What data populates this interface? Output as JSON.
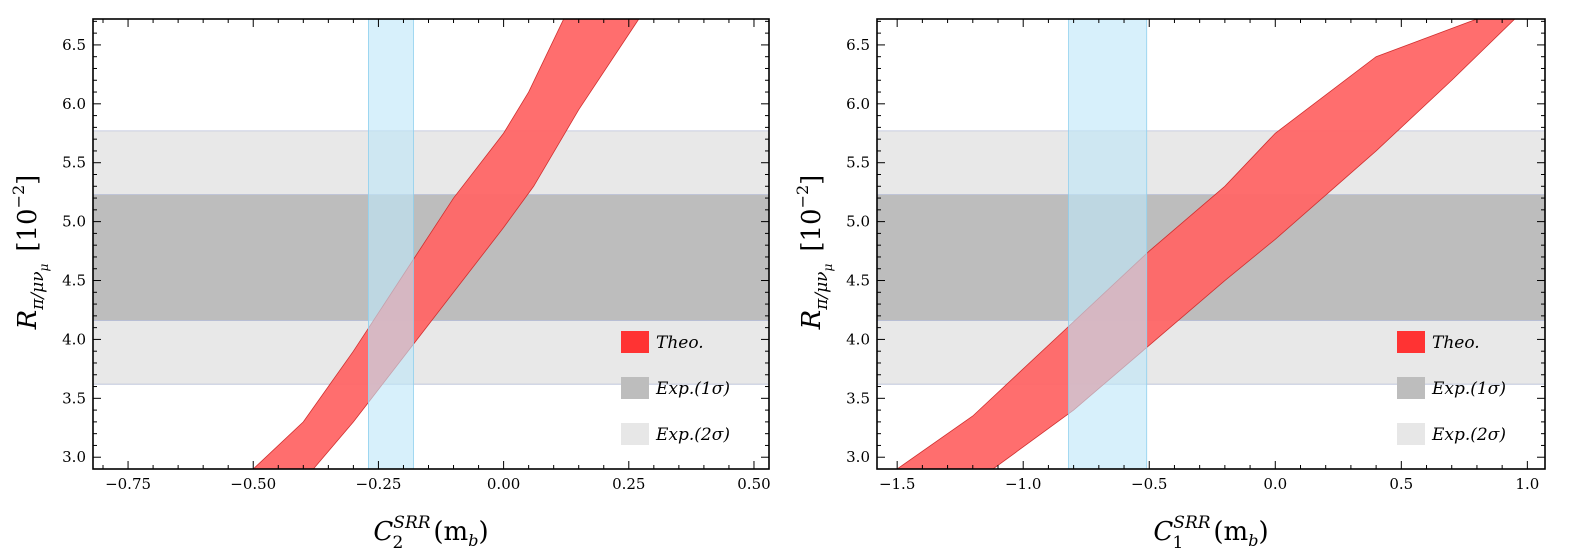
{
  "chart_data": [
    {
      "type": "area",
      "xlabel": {
        "base": "C",
        "sub": "2",
        "sup": "SRR",
        "arg": "(m",
        "argsub": "b",
        "argclose": ")"
      },
      "ylabel": {
        "base": "R",
        "sub": "π/μν",
        "subsub": "μ",
        "unit": "[10",
        "unitsup": "−2",
        "unitclose": "]"
      },
      "xlim": [
        -0.82,
        0.53
      ],
      "ylim": [
        2.9,
        6.72
      ],
      "xticks": [
        -0.75,
        -0.5,
        -0.25,
        0.0,
        0.25,
        0.5
      ],
      "xtick_labels": [
        "−0.75",
        "−0.50",
        "−0.25",
        "0.00",
        "0.25",
        "0.50"
      ],
      "yticks": [
        3.0,
        3.5,
        4.0,
        4.5,
        5.0,
        5.5,
        6.0,
        6.5
      ],
      "ytick_labels": [
        "3.0",
        "3.5",
        "4.0",
        "4.5",
        "5.0",
        "5.5",
        "6.0",
        "6.5"
      ],
      "exp_1sigma": [
        4.16,
        5.23
      ],
      "exp_2sigma": [
        3.62,
        5.77
      ],
      "vertical_band": [
        -0.27,
        -0.18
      ],
      "theory_band": {
        "upper_boundary": [
          [
            -0.5,
            2.9
          ],
          [
            -0.4,
            3.3
          ],
          [
            -0.3,
            3.9
          ],
          [
            -0.2,
            4.55
          ],
          [
            -0.1,
            5.2
          ],
          [
            0.0,
            5.75
          ],
          [
            0.05,
            6.1
          ],
          [
            0.12,
            6.72
          ]
        ],
        "lower_boundary": [
          [
            -0.38,
            2.9
          ],
          [
            -0.3,
            3.3
          ],
          [
            -0.2,
            3.85
          ],
          [
            -0.1,
            4.4
          ],
          [
            0.0,
            4.95
          ],
          [
            0.06,
            5.3
          ],
          [
            0.15,
            5.95
          ],
          [
            0.27,
            6.72
          ]
        ]
      },
      "legend": {
        "position": "bottom-right",
        "items": [
          {
            "label": "Theo.",
            "color": "#ff3333",
            "tag": "theo"
          },
          {
            "label": "Exp.(1σ)",
            "color": "#bdbdbd",
            "tag": "exp1"
          },
          {
            "label": "Exp.(2σ)",
            "color": "#e7e7e7",
            "tag": "exp2"
          }
        ]
      }
    },
    {
      "type": "area",
      "xlabel": {
        "base": "C",
        "sub": "1",
        "sup": "SRR",
        "arg": "(m",
        "argsub": "b",
        "argclose": ")"
      },
      "ylabel": {
        "base": "R",
        "sub": "π/μν",
        "subsub": "μ",
        "unit": "[10",
        "unitsup": "−2",
        "unitclose": "]"
      },
      "xlim": [
        -1.58,
        1.07
      ],
      "ylim": [
        2.9,
        6.72
      ],
      "xticks": [
        -1.5,
        -1.0,
        -0.5,
        0.0,
        0.5,
        1.0
      ],
      "xtick_labels": [
        "−1.5",
        "−1.0",
        "−0.5",
        "0.0",
        "0.5",
        "1.0"
      ],
      "yticks": [
        3.0,
        3.5,
        4.0,
        4.5,
        5.0,
        5.5,
        6.0,
        6.5
      ],
      "ytick_labels": [
        "3.0",
        "3.5",
        "4.0",
        "4.5",
        "5.0",
        "5.5",
        "6.0",
        "6.5"
      ],
      "exp_1sigma": [
        4.16,
        5.23
      ],
      "exp_2sigma": [
        3.62,
        5.77
      ],
      "vertical_band": [
        -0.82,
        -0.51
      ],
      "theory_band": {
        "upper_boundary": [
          [
            -1.5,
            2.9
          ],
          [
            -1.2,
            3.35
          ],
          [
            -0.8,
            4.15
          ],
          [
            -0.5,
            4.75
          ],
          [
            -0.2,
            5.3
          ],
          [
            0.0,
            5.75
          ],
          [
            0.4,
            6.4
          ],
          [
            0.8,
            6.72
          ]
        ],
        "lower_boundary": [
          [
            -1.12,
            2.9
          ],
          [
            -0.8,
            3.4
          ],
          [
            -0.5,
            3.95
          ],
          [
            -0.2,
            4.5
          ],
          [
            0.0,
            4.85
          ],
          [
            0.4,
            5.6
          ],
          [
            0.7,
            6.2
          ],
          [
            0.95,
            6.72
          ]
        ]
      },
      "legend": {
        "position": "bottom-right",
        "items": [
          {
            "label": "Theo.",
            "color": "#ff3333",
            "tag": "theo"
          },
          {
            "label": "Exp.(1σ)",
            "color": "#bdbdbd",
            "tag": "exp1"
          },
          {
            "label": "Exp.(2σ)",
            "color": "#e7e7e7",
            "tag": "exp2"
          }
        ]
      }
    }
  ],
  "colors": {
    "theory_fill": "#ff6666",
    "theory_stroke": "#d03030",
    "exp1_fill": "#bdbdbd",
    "exp2_fill": "#e8e8e8",
    "band_fill": "#bfe6f8",
    "band_stroke": "#8fd0ee"
  }
}
